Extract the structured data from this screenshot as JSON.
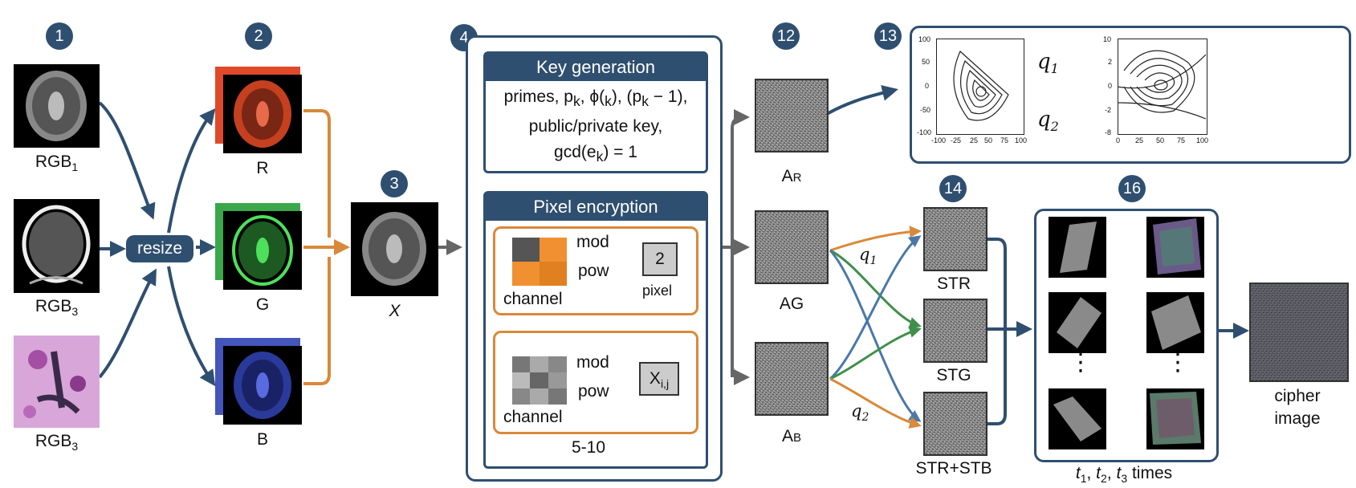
{
  "badges": [
    "1",
    "2",
    "3",
    "4",
    "12",
    "13",
    "14",
    "16"
  ],
  "inputs": {
    "label_1": "RGB",
    "sub_1": "1",
    "label_2": "RGB",
    "sub_2": "3",
    "label_3": "RGB",
    "sub_3": "3"
  },
  "resize_label": "resize",
  "channels": {
    "r": "R",
    "g": "G",
    "b": "B"
  },
  "merged_label": "X",
  "key_generation": {
    "title": "Key generation",
    "line1": "primes, p",
    "line1_sub": "k",
    "line1_b": ", ϕ(",
    "line1_c": "k",
    "line1_d": "), (p",
    "line1_e": "k",
    "line1_f": " − 1),",
    "line2": "public/private key,",
    "line3": "gcd(e",
    "line3_sub": "k",
    "line3_end": ") = 1"
  },
  "pixel_encryption": {
    "title": "Pixel encryption",
    "mod": "mod",
    "pow": "pow",
    "channel": "channel",
    "result_top": "2",
    "pixel": "pixel",
    "result_bottom": "X",
    "result_bottom_sub": "i,j",
    "range": "5-10"
  },
  "scrambled": {
    "ar": "A",
    "ar_sub": "R",
    "ag": "AG",
    "ab": "A",
    "ab_sub": "B"
  },
  "q_labels": {
    "q1": "q",
    "q1_sub": "1",
    "q2": "q",
    "q2_sub": "2"
  },
  "attractor_plot_left": {
    "x_ticks": [
      "-100",
      "-25",
      "25",
      "50",
      "75",
      "100"
    ],
    "y_ticks": [
      "100",
      "50",
      "0",
      "-50",
      "-100"
    ]
  },
  "attractor_plot_right": {
    "x_ticks": [
      "0",
      "25",
      "50",
      "75",
      "100"
    ],
    "y_ticks": [
      "10",
      "2",
      "0",
      "-2",
      "-8"
    ]
  },
  "st_labels": {
    "str": "STR",
    "stg": "STG",
    "strstb": "STR+STB"
  },
  "final": {
    "times_t": "t",
    "s1": "1",
    "s2": "2",
    "s3": "3",
    "times_word": " times",
    "cipher_line1": "cipher",
    "cipher_line2": "image"
  },
  "colors": {
    "navy": "#2f4f70",
    "orange": "#d9893a",
    "green": "#3f8f4a",
    "blue": "#4a78a8",
    "gray": "#666666",
    "red_channel": "#e04a2a",
    "green_channel": "#3aa84a",
    "blue_channel": "#4455bb"
  }
}
